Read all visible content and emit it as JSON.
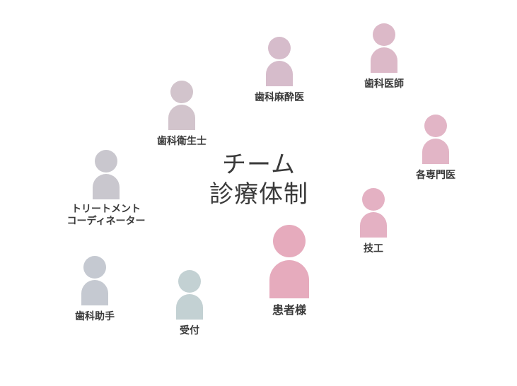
{
  "title": {
    "line1": "チーム",
    "line2": "診療体制"
  },
  "roles": [
    {
      "id": "hygienist",
      "label": "歯科衛生士",
      "color": "#d2c4cc"
    },
    {
      "id": "anesthesiologist",
      "label": "歯科麻酔医",
      "color": "#d6bccb"
    },
    {
      "id": "dentist",
      "label": "歯科医師",
      "color": "#dcb9c8"
    },
    {
      "id": "specialist",
      "label": "各専門医",
      "color": "#e2b5c6"
    },
    {
      "id": "coordinator",
      "label1": "トリートメント",
      "label2": "コーディネーター",
      "color": "#c9c7ce"
    },
    {
      "id": "technician",
      "label": "技工",
      "color": "#e4b1c3"
    },
    {
      "id": "patient",
      "label": "患者様",
      "color": "#e6abbd"
    },
    {
      "id": "assistant",
      "label": "歯科助手",
      "color": "#c5c9d1"
    },
    {
      "id": "reception",
      "label": "受付",
      "color": "#c3d1d3"
    }
  ]
}
